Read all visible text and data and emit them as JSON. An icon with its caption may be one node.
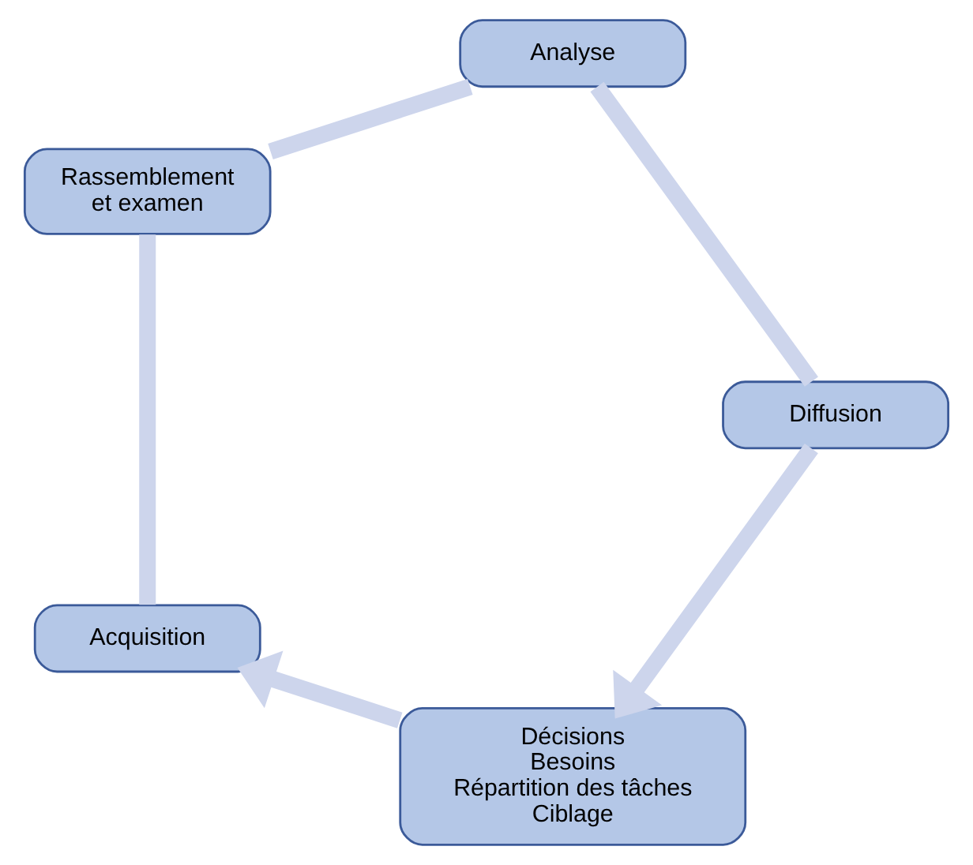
{
  "diagram": {
    "nodes": [
      {
        "text": [
          "Décisions",
          "Besoins",
          "Répartition des tâches",
          "Ciblage"
        ]
      },
      {
        "text": [
          "Acquisition"
        ]
      },
      {
        "text": [
          "Rassemblement et examen"
        ]
      },
      {
        "text": [
          "Analyse"
        ]
      },
      {
        "text": [
          "Diffusion"
        ]
      }
    ],
    "edges": [
      {
        "from": 0,
        "to": 1,
        "arrow": "to"
      },
      {
        "from": 1,
        "to": 2,
        "arrow": "none"
      },
      {
        "from": 2,
        "to": 3,
        "arrow": "none"
      },
      {
        "from": 3,
        "to": 4,
        "arrow": "none"
      },
      {
        "from": 4,
        "to": 0,
        "arrow": "to"
      }
    ]
  }
}
